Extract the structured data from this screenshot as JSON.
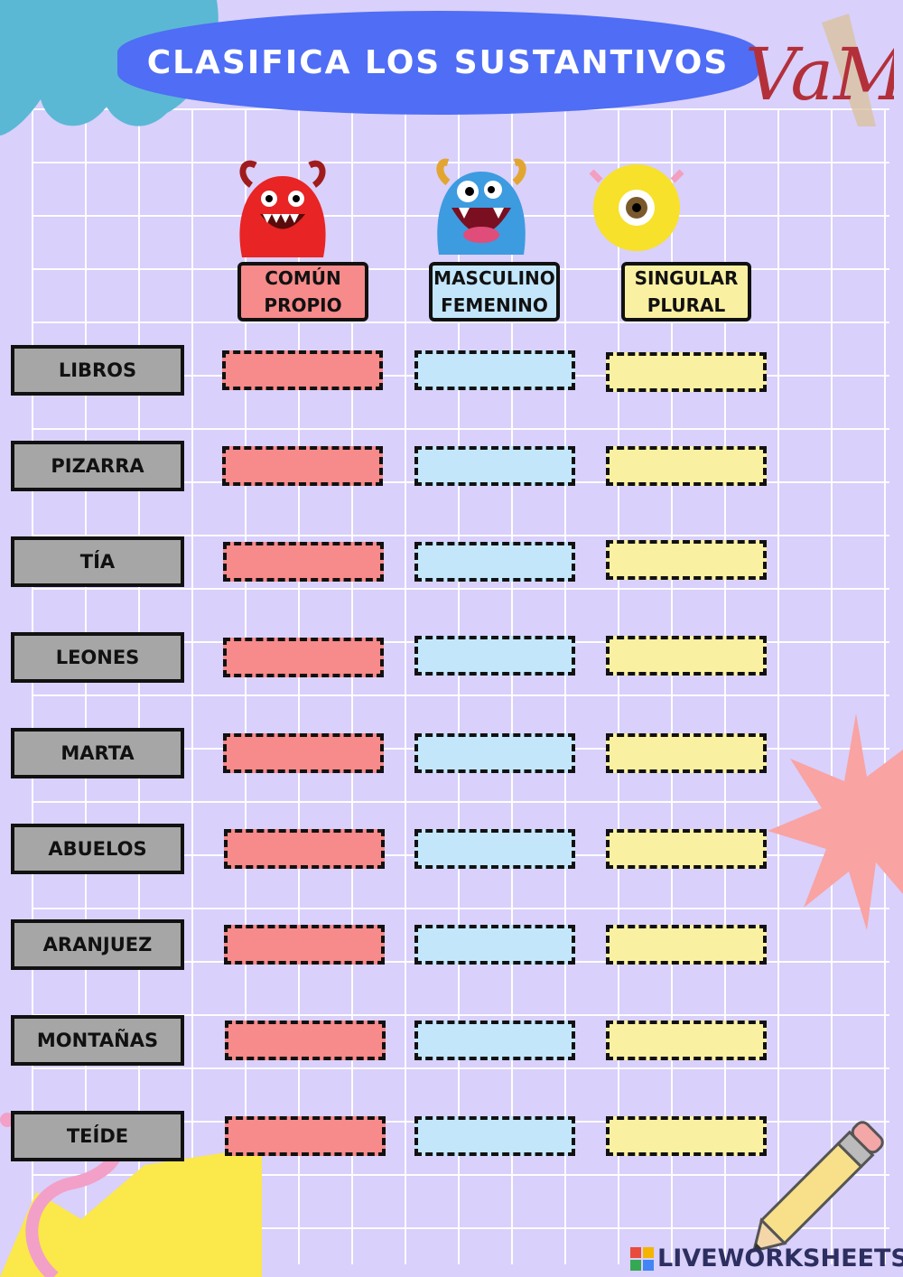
{
  "title": "CLASIFICA LOS SUSTANTIVOS",
  "logo_text": "VaM",
  "categories": [
    {
      "line1": "COMÚN",
      "line2": "PROPIO",
      "color": "#f78a8a"
    },
    {
      "line1": "MASCULINO",
      "line2": "FEMENINO",
      "color": "#c3e6fb"
    },
    {
      "line1": "SINGULAR",
      "line2": "PLURAL",
      "color": "#faf0a2"
    }
  ],
  "words": [
    "LIBROS",
    "PIZARRA",
    "TÍA",
    "LEONES",
    "MARTA",
    "ABUELOS",
    "ARANJUEZ",
    "MONTAÑAS",
    "TEÍDE"
  ],
  "footer": "LIVEWORKSHEETS",
  "icons": [
    "red-monster-icon",
    "blue-monster-icon",
    "yellow-monster-icon",
    "pencil-icon",
    "starburst-icon",
    "cloud-icon"
  ]
}
